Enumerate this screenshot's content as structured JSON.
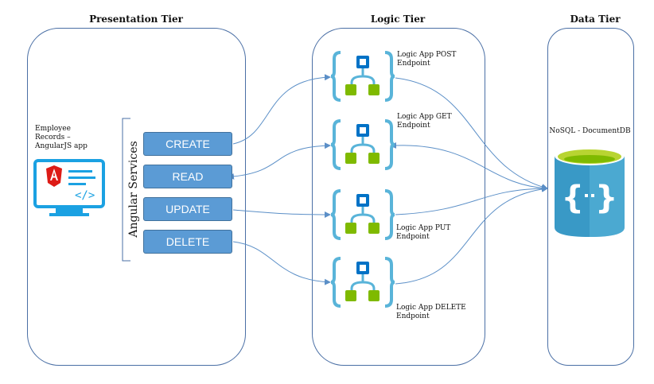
{
  "tiers": {
    "presentation": "Presentation Tier",
    "logic": "Logic Tier",
    "data": "Data Tier"
  },
  "app": {
    "label": "Employee Records – AngularJS app",
    "icon": "angular-app-monitor-icon"
  },
  "services_label": "Angular Services",
  "operations": [
    "CREATE",
    "READ",
    "UPDATE",
    "DELETE"
  ],
  "endpoints": [
    "Logic App POST Endpoint",
    "Logic App GET Endpoint",
    "Logic App PUT Endpoint",
    "Logic App DELETE Endpoint"
  ],
  "database": {
    "label": "NoSQL - DocumentDB",
    "icon": "documentdb-cylinder-icon"
  },
  "colors": {
    "tier_border": "#4a6fa5",
    "button_fill": "#5b9bd5",
    "arrow": "#5b8fc7",
    "icon_blue": "#59b4d9",
    "icon_green": "#7fba00",
    "db_blue": "#3999c6",
    "db_green": "#b8d432",
    "angular_red": "#dd1b16"
  }
}
